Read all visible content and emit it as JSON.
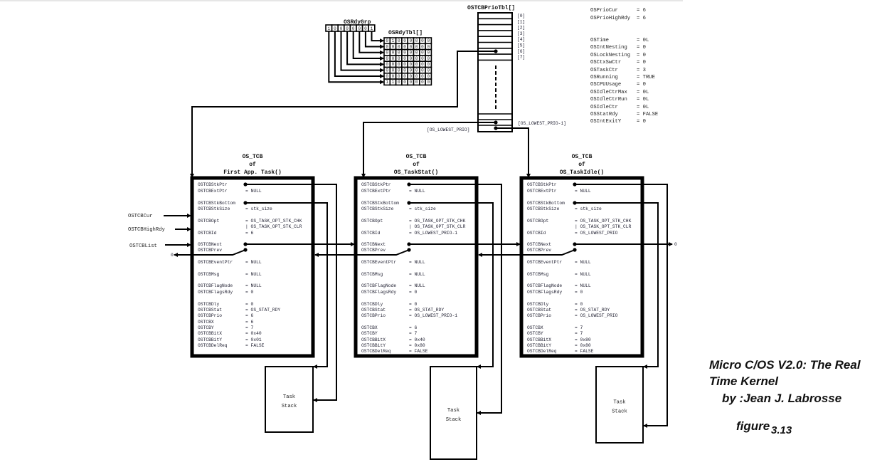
{
  "rdy_grp": {
    "label": "OSRdyGrp",
    "bits": [
      "1",
      "0",
      "0",
      "0",
      "0",
      "0",
      "0",
      "1"
    ]
  },
  "rdy_tbl": {
    "label": "OSRdyTbl[]",
    "rows": [
      [
        "0",
        "1",
        "0",
        "0",
        "0",
        "0",
        "0",
        "0"
      ],
      [
        "0",
        "0",
        "0",
        "0",
        "0",
        "0",
        "0",
        "0"
      ],
      [
        "0",
        "0",
        "0",
        "0",
        "0",
        "0",
        "0",
        "0"
      ],
      [
        "0",
        "0",
        "0",
        "0",
        "0",
        "0",
        "0",
        "0"
      ],
      [
        "0",
        "0",
        "0",
        "0",
        "0",
        "0",
        "0",
        "0"
      ],
      [
        "0",
        "0",
        "0",
        "0",
        "0",
        "0",
        "0",
        "0"
      ],
      [
        "0",
        "0",
        "0",
        "0",
        "0",
        "0",
        "0",
        "0"
      ],
      [
        "1",
        "1",
        "0",
        "0",
        "0",
        "0",
        "0",
        "0"
      ]
    ]
  },
  "prio_tbl": {
    "label": "OSTCBPrioTbl[]",
    "indices": [
      "[0]",
      "[1]",
      "[2]",
      "[3]",
      "[4]",
      "[5]",
      "[6]",
      "[7]"
    ],
    "lowest_minus_1": "[OS_LOWEST_PRIO-1]",
    "lowest": "[OS_LOWEST_PRIO]"
  },
  "globals": [
    [
      "OSPrioCur",
      "= 6"
    ],
    [
      "OSPrioHighRdy",
      "= 6"
    ],
    [
      "OSTime",
      "= 0L"
    ],
    [
      "OSIntNesting",
      "= 0"
    ],
    [
      "OSLockNesting",
      "= 0"
    ],
    [
      "OSCtxSwCtr",
      "= 0"
    ],
    [
      "OSTaskCtr",
      "= 3"
    ],
    [
      "OSRunning",
      "= TRUE"
    ],
    [
      "OSCPUUsage",
      "= 0"
    ],
    [
      "OSIdleCtrMax",
      "= 0L"
    ],
    [
      "OSIdleCtrRun",
      "= 0L"
    ],
    [
      "OSIdleCtr",
      "= 0L"
    ],
    [
      "OSStatRdy",
      "= FALSE"
    ],
    [
      "OSIntExitY",
      "= 0"
    ]
  ],
  "pointers": {
    "cur": "OSTCBCur",
    "high_rdy": "OSTCBHighRdy",
    "list": "OSTCBList",
    "null_left": "0",
    "null_right": "0"
  },
  "tcbs": [
    {
      "title": [
        "OS_TCB",
        "of",
        "First App. Task()"
      ],
      "fields": [
        [
          "OSTCBStkPtr",
          ""
        ],
        [
          "OSTCBExtPtr",
          "= NULL"
        ],
        [
          "OSTCBStkBottom",
          ""
        ],
        [
          "OSTCBStkSize",
          "= stk_size"
        ],
        [
          "OSTCBOpt",
          "= OS_TASK_OPT_STK_CHK"
        ],
        [
          "",
          "| OS_TASK_OPT_STK_CLR"
        ],
        [
          "OSTCBId",
          "= 6"
        ],
        [
          "OSTCBNext",
          ""
        ],
        [
          "OSTCBPrev",
          ""
        ],
        [
          "OSTCBEventPtr",
          "= NULL"
        ],
        [
          "OSTCBMsg",
          "= NULL"
        ],
        [
          "OSTCBFlagNode",
          "= NULL"
        ],
        [
          "OSTCBFlagsRdy",
          "= 0"
        ],
        [
          "OSTCBDly",
          "= 0"
        ],
        [
          "OSTCBStat",
          "= OS_STAT_RDY"
        ],
        [
          "OSTCBPrio",
          "= 6"
        ],
        [
          "OSTCBX",
          "= 6"
        ],
        [
          "OSTCBY",
          "= 7"
        ],
        [
          "OSTCBBitX",
          "= 0x40"
        ],
        [
          "OSTCBBitY",
          "= 0x01"
        ],
        [
          "OSTCBDelReq",
          "= FALSE"
        ]
      ],
      "stack": [
        "Task",
        "Stack"
      ]
    },
    {
      "title": [
        "OS_TCB",
        "of",
        "OS_TaskStat()"
      ],
      "fields": [
        [
          "OSTCBStkPtr",
          ""
        ],
        [
          "OSTCBExtPtr",
          "= NULL"
        ],
        [
          "OSTCBStkBottom",
          ""
        ],
        [
          "OSTCBStkSize",
          "= stk_size"
        ],
        [
          "OSTCBOpt",
          "= OS_TASK_OPT_STK_CHK"
        ],
        [
          "",
          "| OS_TASK_OPT_STK_CLR"
        ],
        [
          "OSTCBId",
          "= OS_LOWEST_PRIO-1"
        ],
        [
          "OSTCBNext",
          ""
        ],
        [
          "OSTCBPrev",
          ""
        ],
        [
          "OSTCBEventPtr",
          "= NULL"
        ],
        [
          "OSTCBMsg",
          "= NULL"
        ],
        [
          "OSTCBFlagNode",
          "= NULL"
        ],
        [
          "OSTCBFlagsRdy",
          "= 0"
        ],
        [
          "OSTCBDly",
          "= 0"
        ],
        [
          "OSTCBStat",
          "= OS_STAT_RDY"
        ],
        [
          "OSTCBPrio",
          "=   OS_LOWEST_PRIO-1"
        ],
        [
          "OSTCBX",
          "= 6"
        ],
        [
          "OSTCBY",
          "= 7"
        ],
        [
          "OSTCBBitX",
          "= 0x40"
        ],
        [
          "OSTCBBitY",
          "= 0x80"
        ],
        [
          "OSTCBDelReq",
          "= FALSE"
        ]
      ],
      "stack": [
        "Task",
        "Stack"
      ]
    },
    {
      "title": [
        "OS_TCB",
        "of",
        "OS_TaskIdle()"
      ],
      "fields": [
        [
          "OSTCBStkPtr",
          ""
        ],
        [
          "OSTCBExtPtr",
          "= NULL"
        ],
        [
          "OSTCBStkBottom",
          ""
        ],
        [
          "OSTCBStkSize",
          "= stk_size"
        ],
        [
          "OSTCBOpt",
          "= OS_TASK_OPT_STK_CHK"
        ],
        [
          "",
          "| OS_TASK_OPT_STK_CLR"
        ],
        [
          "OSTCBId",
          "= OS_LOWEST_PRIO"
        ],
        [
          "OSTCBNext",
          ""
        ],
        [
          "OSTCBPrev",
          ""
        ],
        [
          "OSTCBEventPtr",
          "= NULL"
        ],
        [
          "OSTCBMsg",
          "= NULL"
        ],
        [
          "OSTCBFlagNode",
          "= NULL"
        ],
        [
          "OSTCBFlagsRdy",
          "= 0"
        ],
        [
          "OSTCBDly",
          "= 0"
        ],
        [
          "OSTCBStat",
          "= OS_STAT_RDY"
        ],
        [
          "OSTCBPrio",
          "= OS_LOWEST_PRIO"
        ],
        [
          "OSTCBX",
          "= 7"
        ],
        [
          "OSTCBY",
          "= 7"
        ],
        [
          "OSTCBBitX",
          "= 0x80"
        ],
        [
          "OSTCBBitY",
          "= 0x80"
        ],
        [
          "OSTCBDelReq",
          "= FALSE"
        ]
      ],
      "stack": [
        "Task",
        "Stack"
      ]
    }
  ],
  "caption": {
    "line1": "Micro C/OS V2.0: The Real",
    "line2": "Time Kernel",
    "line3": "by :Jean J. Labrosse",
    "figure": "figure",
    "number": "3.13"
  }
}
